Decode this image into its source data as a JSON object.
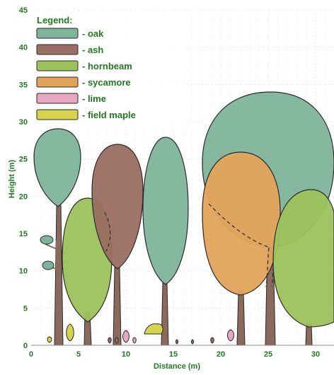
{
  "x_axis": {
    "label": "Distance (m)",
    "ticks": [
      {
        "value": 0,
        "label": "0"
      },
      {
        "value": 5,
        "label": "5"
      },
      {
        "value": 10,
        "label": "10"
      },
      {
        "value": 15,
        "label": "15"
      },
      {
        "value": 20,
        "label": "20"
      },
      {
        "value": 25,
        "label": "25"
      },
      {
        "value": 30,
        "label": "30"
      }
    ],
    "range": [
      0,
      31.5
    ]
  },
  "y_axis": {
    "label": "Height (m)",
    "ticks": [
      {
        "value": 0,
        "label": "0"
      },
      {
        "value": 5,
        "label": "5"
      },
      {
        "value": 10,
        "label": "10"
      },
      {
        "value": 15,
        "label": "15"
      },
      {
        "value": 20,
        "label": "20"
      },
      {
        "value": 25,
        "label": "25"
      },
      {
        "value": 30,
        "label": "30"
      },
      {
        "value": 35,
        "label": "35"
      },
      {
        "value": 40,
        "label": "40"
      },
      {
        "value": 45,
        "label": "45"
      }
    ],
    "range": [
      0,
      45
    ]
  },
  "legend": {
    "title": "Legend:",
    "items": [
      {
        "label": "- oak",
        "color": "#7fb39a"
      },
      {
        "label": "- ash",
        "color": "#9a6e62"
      },
      {
        "label": "- hornbeam",
        "color": "#9cc25c"
      },
      {
        "label": "- sycamore",
        "color": "#e1a35a"
      },
      {
        "label": "- lime",
        "color": "#e8a7c0"
      },
      {
        "label": "- field maple",
        "color": "#d6d44e"
      }
    ]
  },
  "colors": {
    "axis_text": "#1f7a1f",
    "trunk": "#8a6a5c",
    "outline": "#2a2a2a",
    "grid": "#dcdcdc"
  }
}
